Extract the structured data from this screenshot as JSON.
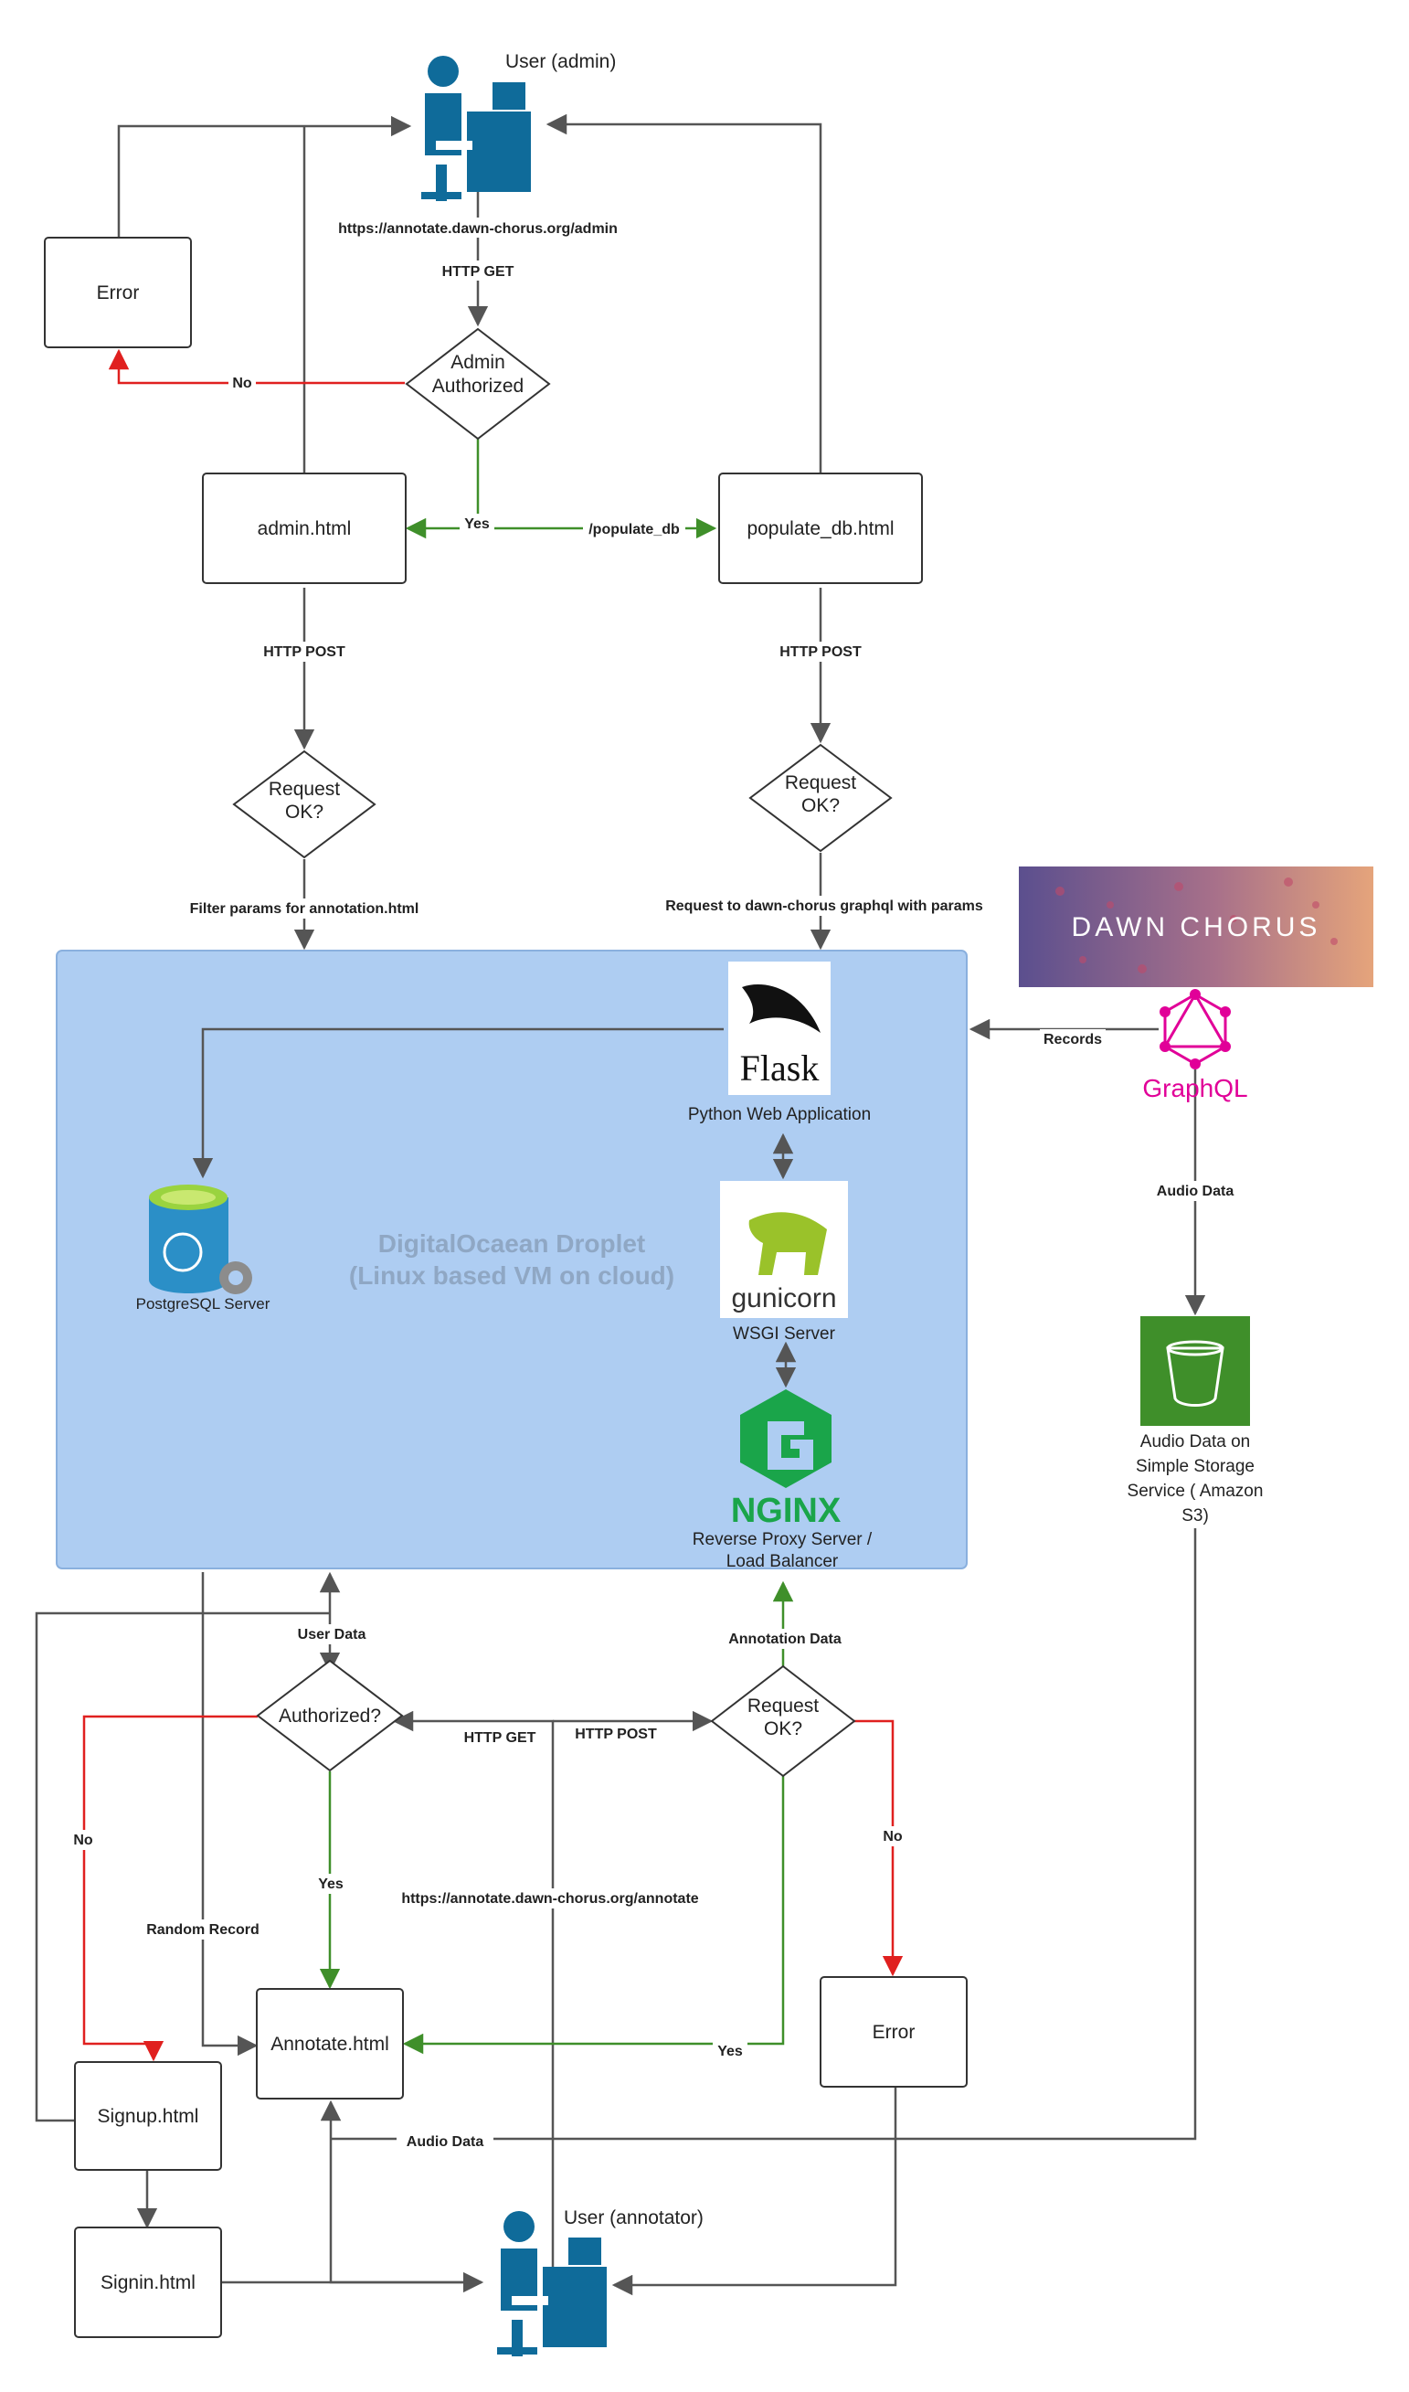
{
  "actors": {
    "admin": "User (admin)",
    "annotator": "User (annotator)"
  },
  "nodes": {
    "error_top": "Error",
    "admin_authorized_1": "Admin",
    "admin_authorized_2": "Authorized",
    "admin_html": "admin.html",
    "populate_db_html": "populate_db.html",
    "request_ok_1": "Request",
    "request_ok_2": "OK?",
    "droplet_title_1": "DigitalOcaean Droplet",
    "droplet_title_2": "(Linux based VM on cloud)",
    "flask_caption": "Python Web Application",
    "gunicorn_caption": "WSGI Server",
    "nginx_caption_1": "Reverse Proxy Server /",
    "nginx_caption_2": "Load Balancer",
    "postgres_caption": "PostgreSQL Server",
    "graphql_caption": "GraphQL",
    "s3_caption_1": "Audio Data on",
    "s3_caption_2": "Simple Storage",
    "s3_caption_3": "Service ( Amazon",
    "s3_caption_4": "S3)",
    "authorized_q": "Authorized?",
    "annotate_html": "Annotate.html",
    "error_bottom": "Error",
    "signup_html": "Signup.html",
    "signin_html": "Signin.html"
  },
  "logos": {
    "flask": "Flask",
    "gunicorn": "gunicorn",
    "nginx": "NGINX",
    "dawn_chorus": "DAWN CHORUS"
  },
  "edges": {
    "admin_url": "https://annotate.dawn-chorus.org/admin",
    "http_get_top": "HTTP GET",
    "no_top": "No",
    "yes_top": "Yes",
    "populate_db": "/populate_db",
    "http_post_left": "HTTP POST",
    "http_post_right": "HTTP POST",
    "filter_params": "Filter params for annotation.html",
    "graphql_request": "Request to dawn-chorus graphql with params",
    "records": "Records",
    "audio_data_right": "Audio Data",
    "user_data": "User Data",
    "annotation_data": "Annotation Data",
    "http_get_bottom": "HTTP GET",
    "http_post_bottom": "HTTP POST",
    "no_left": "No",
    "yes_mid": "Yes",
    "annotate_url": "https://annotate.dawn-chorus.org/annotate",
    "random_record": "Random Record",
    "no_right": "No",
    "yes_right": "Yes",
    "audio_data_bottom": "Audio Data"
  },
  "colors": {
    "droplet_fill": "#aecdf2",
    "droplet_stroke": "#8ab0de",
    "user_icon": "#0f6b9a",
    "no_edge": "#e0201f",
    "yes_edge": "#3f8f2a",
    "default_edge": "#555555",
    "graphql": "#e10098",
    "s3": "#3f8f2a",
    "nginx": "#1aa54a",
    "gunicorn": "#9ac22a",
    "postgres": "#2b8fc7"
  }
}
